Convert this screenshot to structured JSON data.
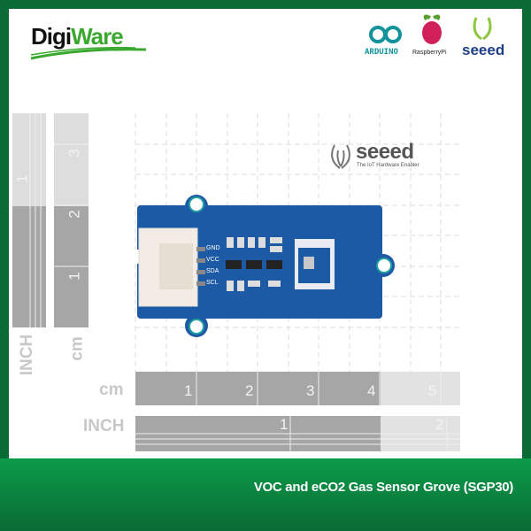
{
  "brand": {
    "part1": "Digi",
    "part2": "Ware"
  },
  "partner_logos": {
    "arduino": "ARDUINO",
    "raspberry": "RaspberryPi",
    "seeed": "seeed"
  },
  "seeed_mark": {
    "name": "seeed",
    "tagline": "The IoT Hardware Enabler"
  },
  "board": {
    "pins": [
      "GND",
      "VCC",
      "SDA",
      "SCL"
    ]
  },
  "rulers": {
    "cm_unit": "cm",
    "inch_unit": "INCH",
    "cm_labels": [
      "1",
      "2",
      "3",
      "4",
      "5"
    ],
    "inch_labels": [
      "1",
      "2"
    ],
    "vertical_cm_labels": [
      "1",
      "2",
      "3"
    ],
    "vertical_inch_labels": [
      "1"
    ]
  },
  "product_title": "VOC and eCO2 Gas Sensor Grove (SGP30)",
  "colors": {
    "frame": "#0a6a35",
    "board": "#1c5aa6",
    "accent": "#3aa82e"
  }
}
